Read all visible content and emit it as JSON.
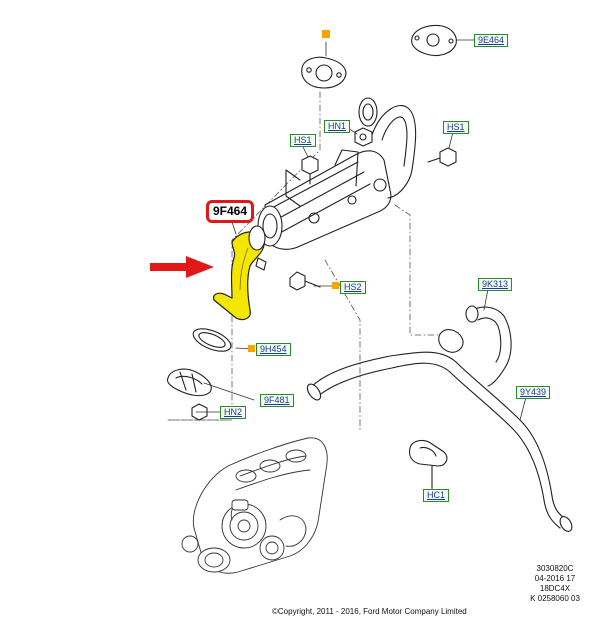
{
  "callouts": {
    "main_part": "9F464",
    "e9E464": "9E464",
    "hn1": "HN1",
    "hs1_left": "HS1",
    "hs1_right": "HS1",
    "hs2": "HS2",
    "k9K313": "9K313",
    "h9H454": "9H454",
    "y9Y439": "9Y439",
    "f9F481": "9F481",
    "hn2": "HN2",
    "hc1": "HC1"
  },
  "meta": {
    "line1": "3030820C",
    "line2": "04-2016 17",
    "line3": "18DC4X",
    "line4": "K 0258060 03"
  },
  "copyright": "©Copyright, 2011 - 2016, Ford Motor Company Limited",
  "colors": {
    "highlight_part": "#f5e600",
    "arrow": "#e01818",
    "callout_border": "#2a8a2a",
    "callout_text": "#1a3a9a",
    "marker": "#f5a500"
  }
}
